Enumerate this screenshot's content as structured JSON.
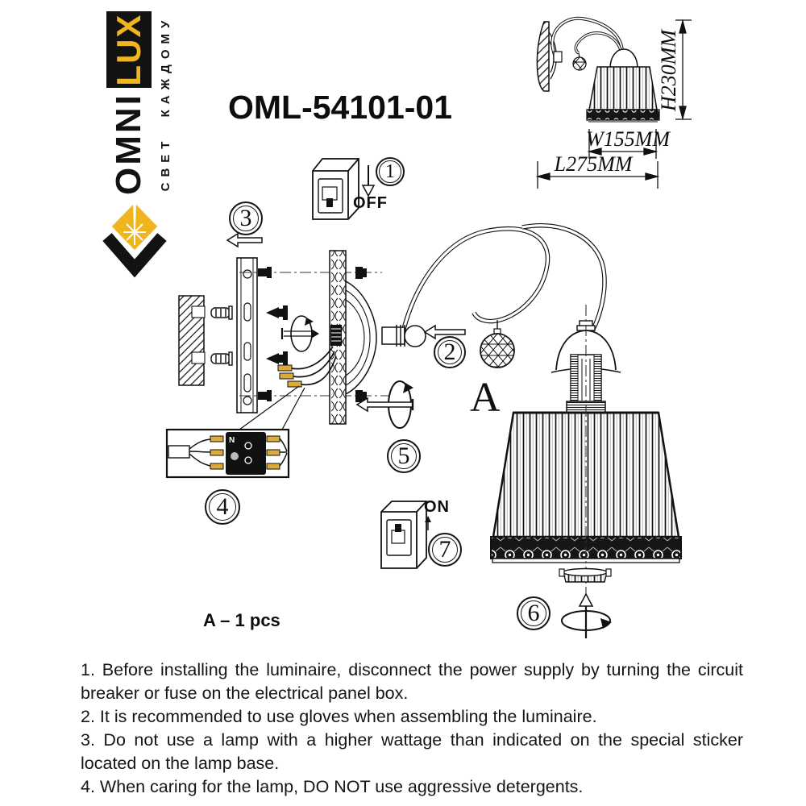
{
  "brand": {
    "name_black": "OMNI",
    "name_yellow": "LUX",
    "tagline": "СВЕТ КАЖДОМУ",
    "accent_color": "#F0B41E"
  },
  "title": "OML-54101-01",
  "product_view": {
    "dim_height": "H230MM",
    "dim_width": "W155MM",
    "dim_length": "L275MM"
  },
  "steps": {
    "step1": {
      "num": "1",
      "label": "OFF"
    },
    "step2": {
      "num": "2"
    },
    "step3": {
      "num": "3"
    },
    "step4": {
      "num": "4"
    },
    "step5": {
      "num": "5"
    },
    "step6": {
      "num": "6"
    },
    "step7": {
      "num": "7",
      "label": "ON"
    }
  },
  "labels": {
    "part_letter": "A",
    "parts_count": "A – 1 pcs",
    "terminal_neutral": "N"
  },
  "instructions": [
    "1. Before installing the luminaire, disconnect the power supply by turning the circuit breaker or fuse on the electrical panel box.",
    "2. It is recommended to use gloves when assembling the luminaire.",
    "3. Do not use a lamp with a higher wattage than indicated on the special sticker located on the lamp base.",
    "4. When caring for the lamp, DO NOT use aggressive detergents."
  ]
}
